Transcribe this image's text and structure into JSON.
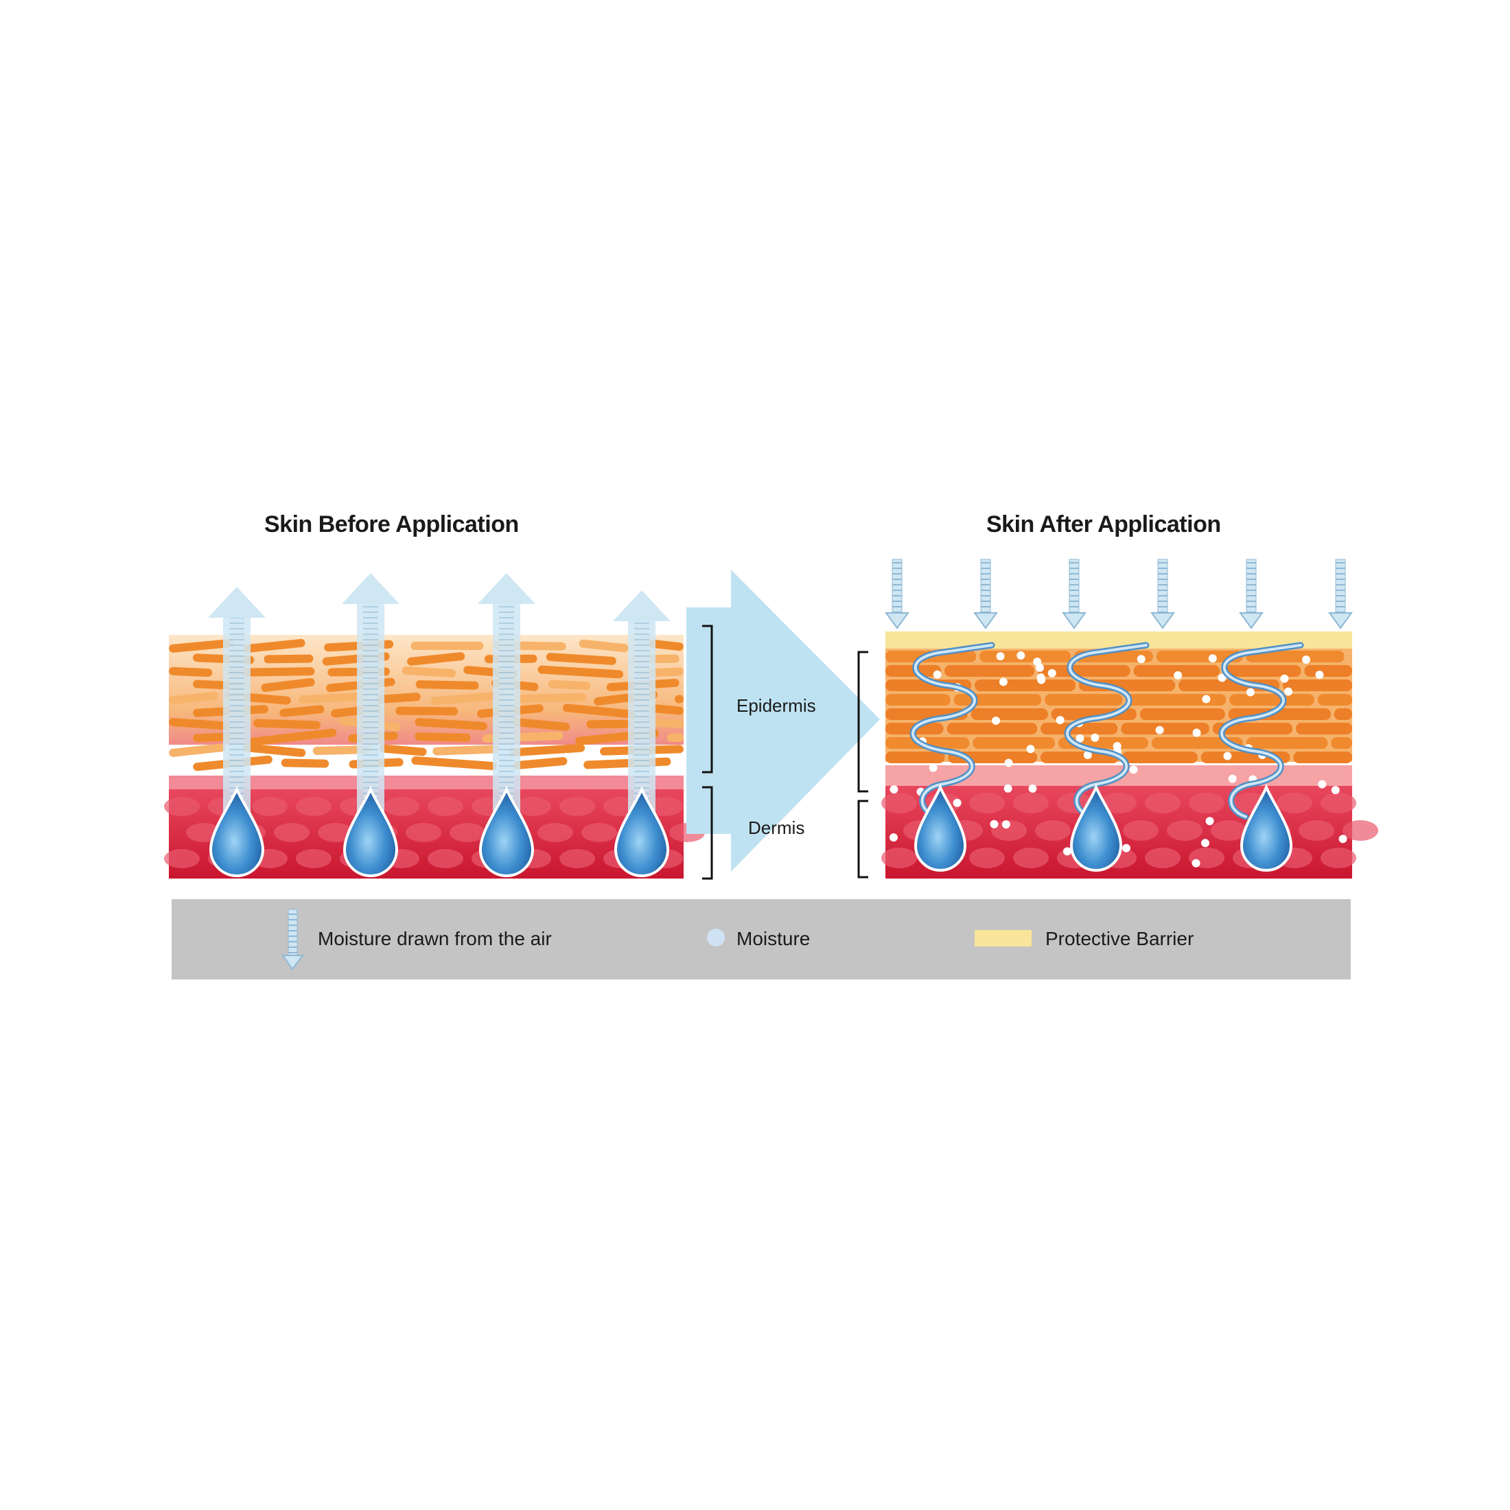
{
  "titles": {
    "before": "Skin Before Application",
    "after": "Skin After Application"
  },
  "layers": {
    "epidermis": "Epidermis",
    "dermis": "Dermis"
  },
  "legend": {
    "items": [
      {
        "icon": "down-arrow-icon",
        "label": "Moisture drawn from the air"
      },
      {
        "icon": "moisture-dot-icon",
        "label": "Moisture"
      },
      {
        "icon": "barrier-swatch-icon",
        "label": "Protective Barrier"
      }
    ]
  },
  "colors": {
    "cell_orange": "#ef8a2c",
    "cell_light": "#f7b36a",
    "dermis_red": "#d9213b",
    "dermis_light": "#ea5a6e",
    "moisture_blue": "#3f8fd0",
    "arrow_blue": "#bfe2f2",
    "barrier_yellow": "#f8e59a",
    "legend_gray": "#c4c4c4"
  }
}
